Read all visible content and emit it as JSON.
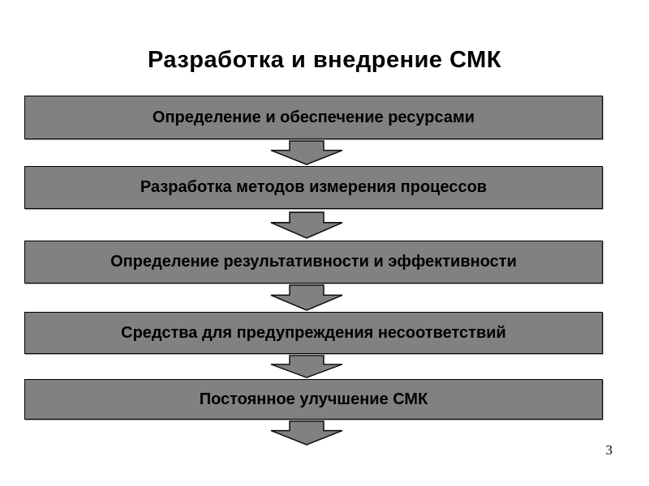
{
  "slide": {
    "title": "Разработка и внедрение СМК",
    "page_number": "3"
  },
  "diagram": {
    "type": "flowchart",
    "direction": "top-down",
    "steps": [
      {
        "label": "Определение и обеспечение ресурсами"
      },
      {
        "label": "Разработка методов измерения процессов"
      },
      {
        "label": "Определение результативности и эффективности"
      },
      {
        "label": "Средства для предупреждения несоответствий"
      },
      {
        "label": "Постоянное улучшение СМК"
      }
    ],
    "colors": {
      "box_fill": "#818181",
      "box_border": "#000000",
      "arrow_fill": "#818181",
      "text": "#000000"
    }
  }
}
